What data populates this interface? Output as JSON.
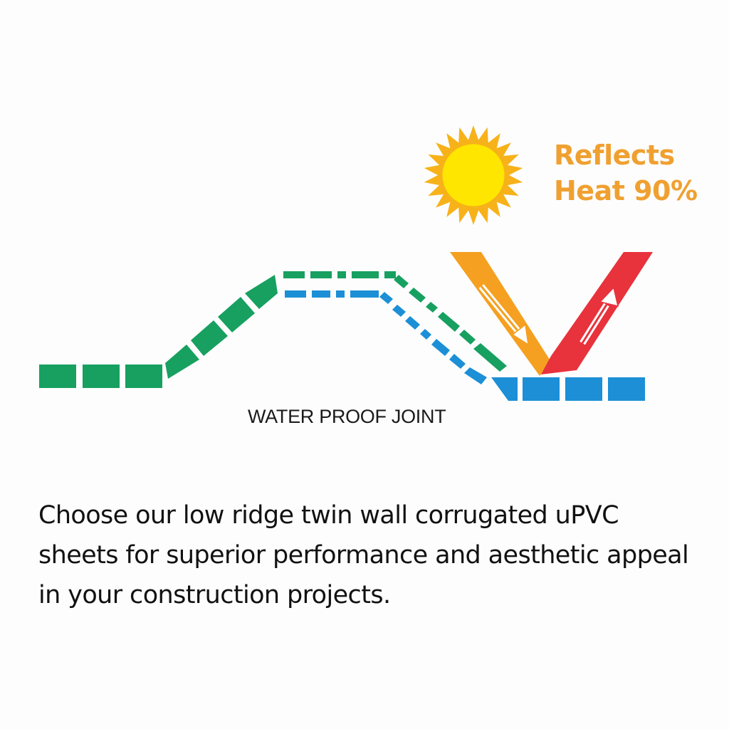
{
  "callout": {
    "line1": "Reflects",
    "line2": "Heat 90%"
  },
  "joint_label": "WATER PROOF JOINT",
  "description": {
    "line1": "Choose our low ridge twin wall corrugated uPVC",
    "line2": "sheets for superior performance and aesthetic appeal",
    "line3": "in your construction projects."
  },
  "colors": {
    "sun": "#ffe600",
    "sun_rays": "#f7b21a",
    "callout_text": "#f0a030",
    "incoming_beam": "#f5a020",
    "reflected_beam": "#e8323c",
    "sheet_top_layer": "#17a060",
    "sheet_bottom_layer": "#1c8fd6"
  },
  "icons": {
    "sun": "sun-icon",
    "incoming_arrow": "arrow-down-right-icon",
    "reflected_arrow": "arrow-up-right-icon"
  }
}
